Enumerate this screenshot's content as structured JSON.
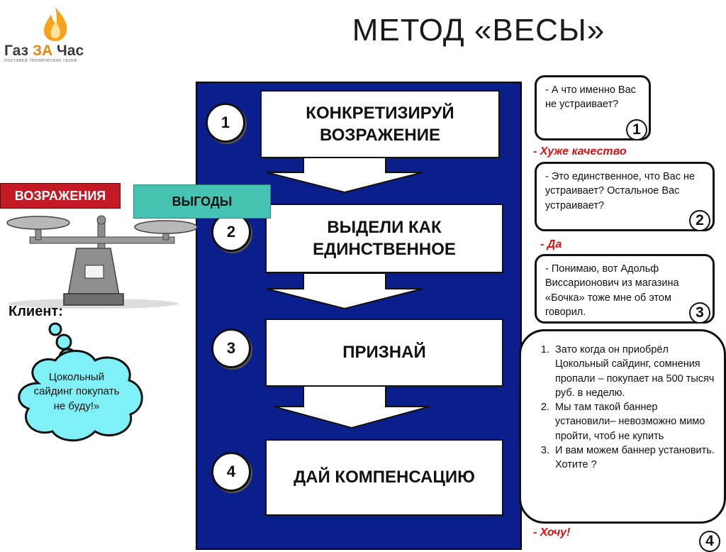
{
  "logo": {
    "name_part1": "Газ ",
    "name_highlight": "ЗА",
    "name_part2": " Час",
    "tagline": "поставка технических газов"
  },
  "title": "МЕТОД «ВЕСЫ»",
  "steps": [
    {
      "num": "1",
      "label": "КОНКРЕТИЗИРУЙ ВОЗРАЖЕНИЕ"
    },
    {
      "num": "2",
      "label": "ВЫДЕЛИ КАК ЕДИНСТВЕННОЕ"
    },
    {
      "num": "3",
      "label": "ПРИЗНАЙ"
    },
    {
      "num": "4",
      "label": "ДАЙ КОМПЕНСАЦИЮ"
    }
  ],
  "scale": {
    "objections_label": "ВОЗРАЖЕНИЯ",
    "benefits_label": "ВЫГОДЫ"
  },
  "client": {
    "label": "Клиент:",
    "thought": "Цокольный сайдинг покупать не буду!»"
  },
  "dialog": [
    {
      "question": "- А что именно Вас не устраивает?",
      "num": "1",
      "reply": "- Хуже качество"
    },
    {
      "question": "- Это единственное, что Вас не устраивает? Остальное Вас устраивает?",
      "num": "2",
      "reply": "- Да"
    },
    {
      "question": "- Понимаю, вот  Адольф Виссарионович  из магазина «Бочка» тоже мне об этом говорил.",
      "num": "3"
    },
    {
      "items": [
        "Зато когда он приобрёл Цокольный сайдинг, сомнения пропали – покупает на 500 тысяч руб. в неделю.",
        "Мы там такой баннер установили– невозможно мимо пройти, чтоб не купить",
        "И вам можем  баннер установить. Хотите ?"
      ],
      "num": "4",
      "reply": "- Хочу!"
    }
  ],
  "colors": {
    "panel": "#0b1f8c",
    "objections": "#c41a26",
    "benefits": "#46c3b2",
    "reply": "#e01010",
    "logo_accent": "#e8890c"
  },
  "icons": [
    "flame-icon",
    "balance-scale-icon",
    "thought-cloud-icon",
    "arrow-down-icon"
  ]
}
